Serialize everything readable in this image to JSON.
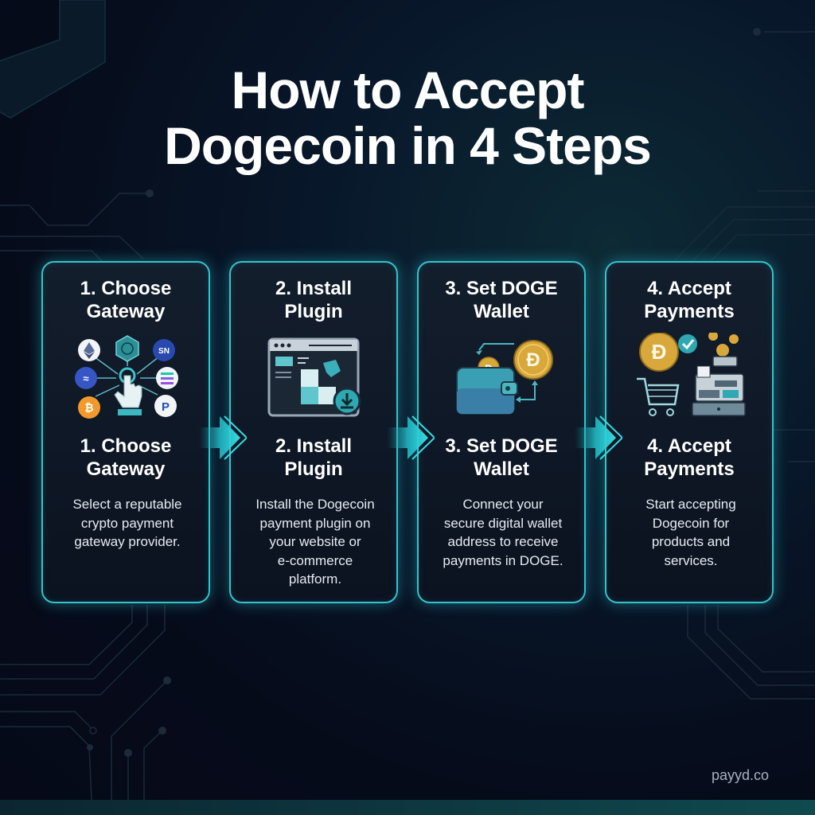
{
  "title": {
    "line1": "How to Accept",
    "line2": "Dogecoin in 4 Steps"
  },
  "colors": {
    "accent": "#35c2cc",
    "background": "#060b1a",
    "card_background": "#111a28",
    "doge_gold": "#d4a63a",
    "text": "#ffffff"
  },
  "steps": [
    {
      "heading": [
        "1. Choose",
        "Gateway"
      ],
      "subheading": [
        "1. Choose",
        "Gateway"
      ],
      "description": [
        "Select a reputable",
        "crypto payment",
        "gateway provider."
      ],
      "icon": "gateway-selection-icon"
    },
    {
      "heading": [
        "2. Install",
        "Plugin"
      ],
      "subheading": [
        "2. Install",
        "Plugin"
      ],
      "description": [
        "Install the Dogecoin",
        "payment plugin on",
        "your website or",
        "e-commerce",
        "platform."
      ],
      "icon": "plugin-install-icon"
    },
    {
      "heading": [
        "3. Set DOGE",
        "Wallet"
      ],
      "subheading": [
        "3. Set DOGE",
        "Wallet"
      ],
      "description": [
        "Connect your",
        "secure digital wallet",
        "address to receive",
        "payments in DOGE."
      ],
      "icon": "doge-wallet-icon"
    },
    {
      "heading": [
        "4. Accept",
        "Payments"
      ],
      "subheading": [
        "4. Accept",
        "Payments"
      ],
      "description": [
        "Start accepting",
        "Dogecoin for",
        "products and",
        "services."
      ],
      "icon": "accept-payments-icon"
    }
  ],
  "watermark": "payyd.co"
}
